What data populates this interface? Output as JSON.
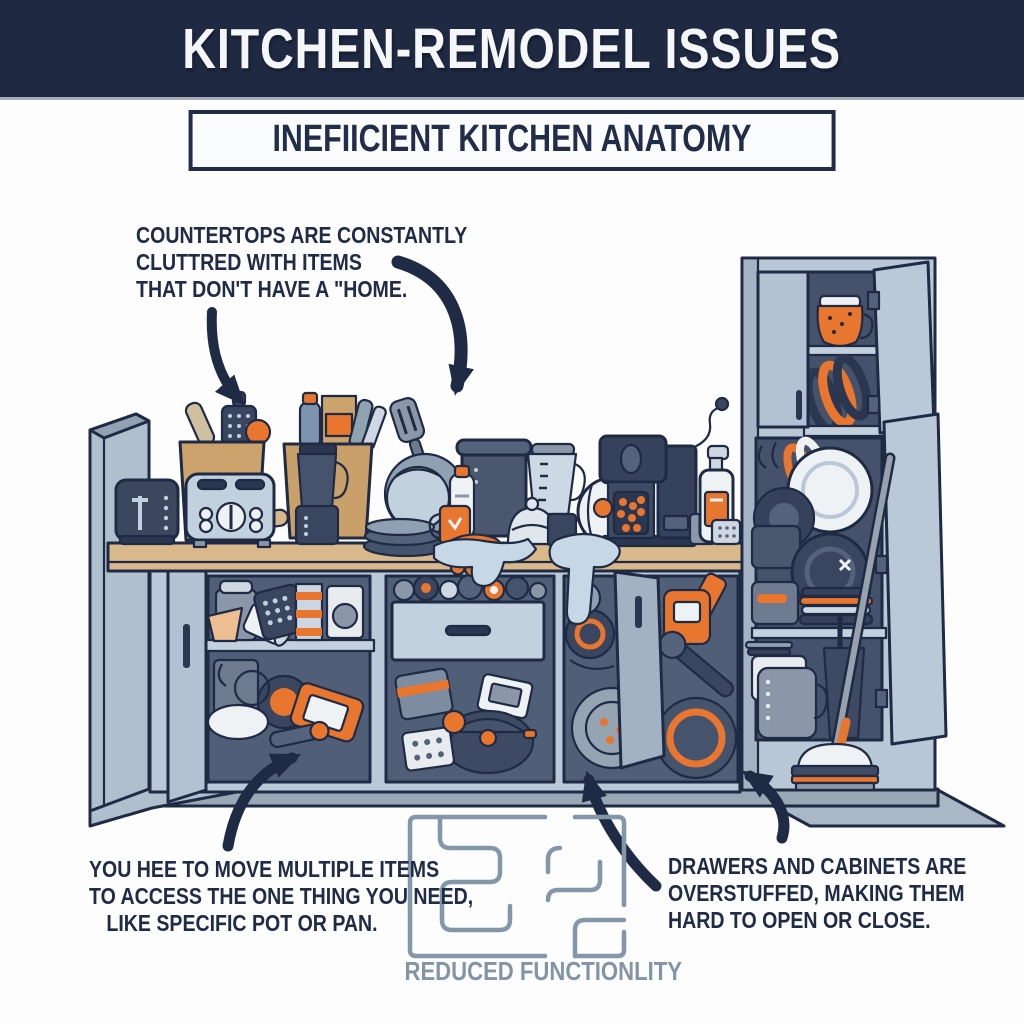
{
  "header": {
    "title": "KITCHEN-REMODEL ISSUES"
  },
  "subtitle": {
    "label": "INEFIICIENT KITCHEN ANATOMY"
  },
  "annotations": {
    "countertops": {
      "lines": [
        "COUNTERTOPS ARE CONSTANTLY",
        "CLUTTRED WITH ITEMS",
        "THAT DON'T HAVE A \"HOME."
      ]
    },
    "move_items": {
      "lines": [
        "YOU HEE TO MOVE MULTIPLE ITEMS",
        "TO ACCESS THE ONE THING YOU NEED,",
        "LIKE SPECIFIC POT OR PAN."
      ]
    },
    "drawers": {
      "lines": [
        "DRAWERS AND CABINETS ARE",
        "OVERSTUFFED, MAKING THEM",
        "HARD TO OPEN OR CLOSE."
      ]
    }
  },
  "footer": {
    "label": "REDUCED FUNCTIONLITY",
    "icon": "maze-icon"
  },
  "illustration": {
    "description": "Cluttered kitchen counter with overstuffed base cabinets, open drawer and doors, tall pantry cabinet full of pots and plates, and a mop leaning inside",
    "objects": [
      "toaster",
      "toaster-dark",
      "grocery-bags",
      "blender",
      "blender-orange-base",
      "plate-stack",
      "stock-pot",
      "milk-bottle",
      "orange-mug",
      "oven-glove",
      "sugar-bowl",
      "kettle",
      "coffee-machine",
      "pump-bottle",
      "water-spill",
      "open-drawer",
      "cabinet-doors",
      "spice-jars",
      "grater",
      "pots-and-pans",
      "steamer-plate",
      "pantry-cabinet",
      "stacked-plates",
      "orange-pot-mug",
      "mop"
    ]
  },
  "colors": {
    "navy": "#1f2a44",
    "title_bar": "#1f2942",
    "orange": "#e8762f",
    "peach": "#eebd92",
    "cabinet_light": "#bac8d7",
    "cabinet_mid": "#a2b2c2",
    "interior_dark": "#515e77",
    "counter_wood": "#d9b88c",
    "bag_brown": "#cda36d",
    "spill_blue": "#c6d8e6",
    "maze_gray": "#8496a9",
    "footer_text": "#8294a6",
    "background": "#fdfdfd"
  }
}
